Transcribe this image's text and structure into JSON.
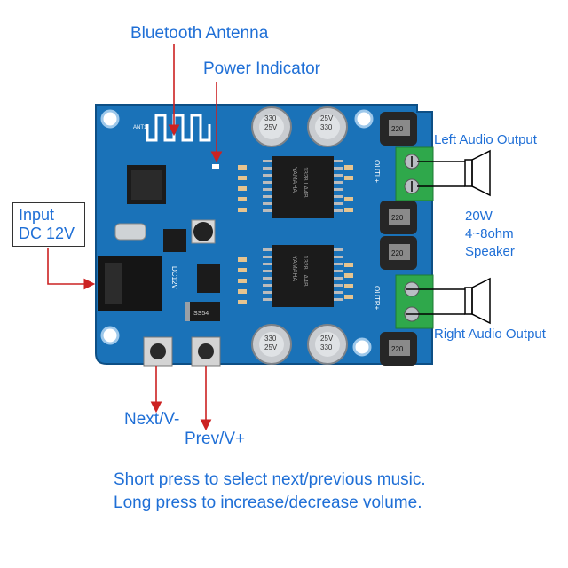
{
  "labels": {
    "bluetooth_antenna": "Bluetooth Antenna",
    "power_indicator": "Power Indicator",
    "left_audio_output": "Left Audio Output",
    "right_audio_output": "Right Audio Output",
    "input_line1": "Input",
    "input_line2": "DC 12V",
    "speaker_power": "20W",
    "speaker_impedance": "4~8ohm",
    "speaker_label": "Speaker",
    "next_button": "Next/V-",
    "prev_button": "Prev/V+"
  },
  "footer": {
    "line1": "Short press to select next/previous music.",
    "line2": "Long press to increase/decrease volume."
  },
  "board": {
    "chip_text_1": "YAMAHA",
    "chip_text_2": "1328 LA4B",
    "cap_value": "330",
    "cap_voltage": "25V",
    "inductor_value": "220",
    "silk_dc": "DC12V",
    "silk_outl": "OUTL+",
    "silk_outr": "OUTR+",
    "silk_diode": "SS54",
    "silk_ant": "ANT1"
  },
  "colors": {
    "accent_text": "#1f6fd6",
    "pcb": "#1a72b8",
    "arrow": "#cc2222"
  }
}
